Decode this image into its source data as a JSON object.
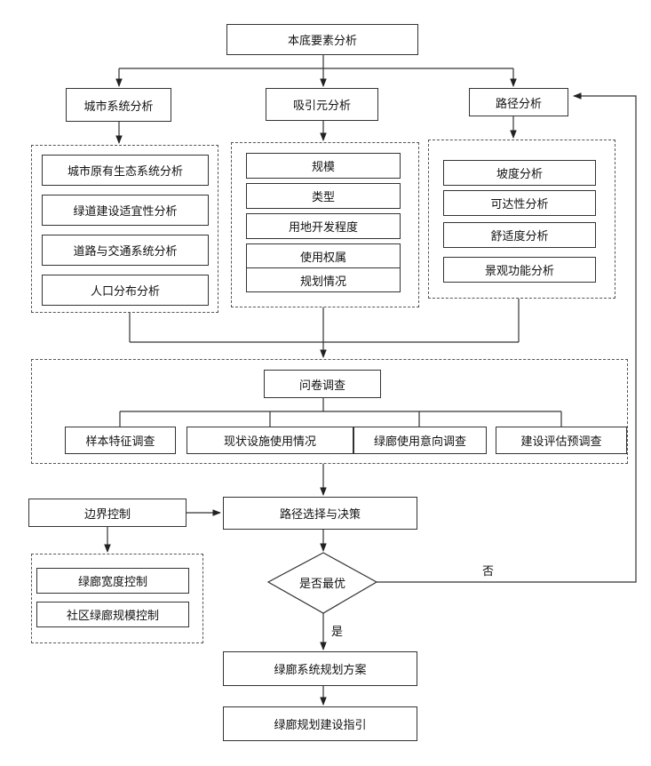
{
  "top": "本底要素分析",
  "columns": {
    "city": {
      "title": "城市系统分析",
      "items": [
        "城市原有生态系统分析",
        "绿道建设适宜性分析",
        "道路与交通系统分析",
        "人口分布分析"
      ]
    },
    "attractor": {
      "title": "吸引元分析",
      "items": [
        "规模",
        "类型",
        "用地开发程度",
        "使用权属",
        "规划情况"
      ]
    },
    "path": {
      "title": "路径分析",
      "items": [
        "坡度分析",
        "可达性分析",
        "舒适度分析",
        "景观功能分析"
      ]
    }
  },
  "survey": {
    "title": "问卷调查",
    "items": [
      "样本特征调查",
      "现状设施使用情况",
      "绿廊使用意向调查",
      "建设评估预调查"
    ]
  },
  "boundary": {
    "title": "边界控制",
    "items": [
      "绿廊宽度控制",
      "社区绿廊规模控制"
    ]
  },
  "decision": "路径选择与决策",
  "optimal": "是否最优",
  "no_label": "否",
  "yes_label": "是",
  "plan": "绿廊系统规划方案",
  "guide": "绿廊规划建设指引"
}
